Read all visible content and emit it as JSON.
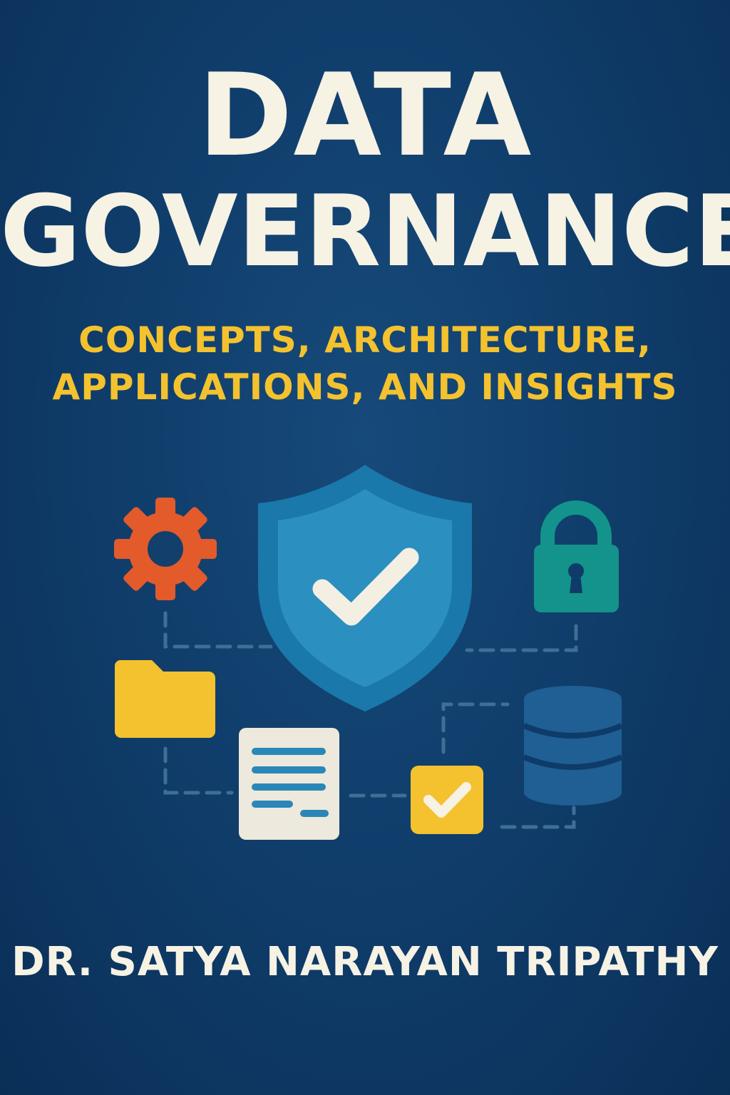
{
  "cover": {
    "title_line_1": "DATA",
    "title_line_2": "GOVERNANCE",
    "subtitle_line_1": "CONCEPTS, ARCHITECTURE,",
    "subtitle_line_2": "APPLICATIONS, AND INSIGHTS",
    "author": "DR. SATYA NARAYAN TRIPATHY"
  },
  "colors": {
    "background": "#0f3b68",
    "title": "#f6f2e4",
    "subtitle": "#f4c22e",
    "gear": "#e35a2b",
    "shield": "#1a78aa",
    "lock": "#13938b",
    "folder": "#f4c22e",
    "document": "#ede9dc",
    "database": "#1f5f93",
    "connector": "#3c7096"
  },
  "icons": [
    "gear-icon",
    "shield-check-icon",
    "lock-icon",
    "folder-icon",
    "document-icon",
    "checkbox-icon",
    "database-icon"
  ]
}
